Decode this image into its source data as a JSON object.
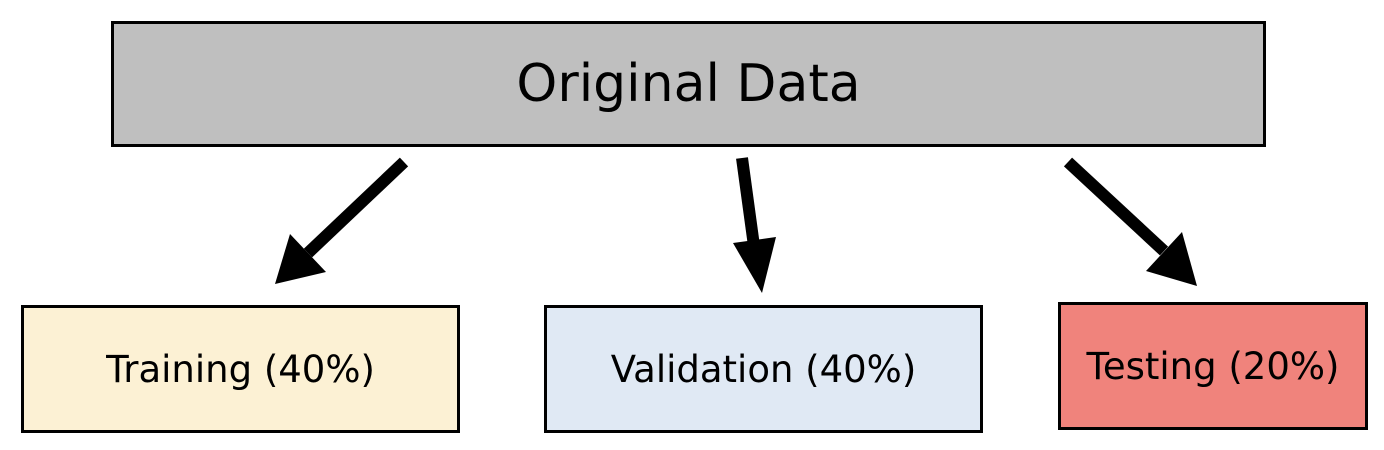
{
  "root": {
    "label": "Original Data",
    "fill": "#bfbfbf"
  },
  "splits": [
    {
      "label": "Training (40%)",
      "fill": "#fcf1d4"
    },
    {
      "label": "Validation (40%)",
      "fill": "#e0e9f4"
    },
    {
      "label": "Testing (20%)",
      "fill": "#f0837c"
    }
  ],
  "colors": {
    "border": "#000000",
    "arrow": "#000000",
    "text": "#000000",
    "background": "#ffffff"
  }
}
